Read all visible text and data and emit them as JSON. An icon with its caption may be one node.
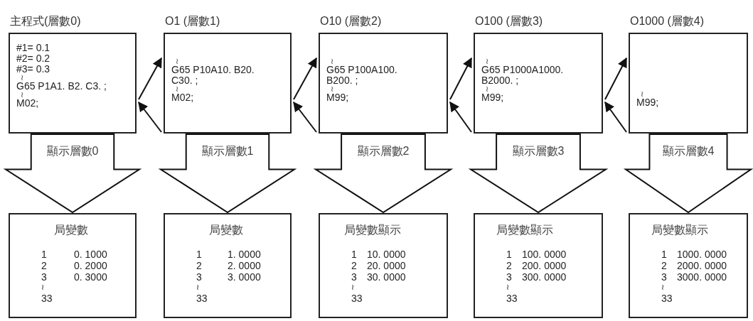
{
  "diagram": {
    "nodes": [
      {
        "text": [
          "主程式(層數0)",
          "#1= 0.1",
          "#2= 0.2",
          "#3= 0.3",
          "≀",
          "G65 P1A1. B2. C3. ;",
          "≀",
          "M02;"
        ]
      },
      {
        "text": [
          "O1 (層數1)",
          "≀",
          "G65 P10A10. B20. C30. ;",
          "≀",
          "M02;"
        ]
      },
      {
        "text": [
          "O10 (層數2)",
          "≀",
          "G65 P100A100. B200. ;",
          "≀",
          "M99;"
        ]
      },
      {
        "text": [
          "O100 (層數3)",
          "≀",
          "G65 P1000A1000. B2000. ;",
          "≀",
          "M99;"
        ]
      },
      {
        "text": [
          "O1000 (層數4)",
          "≀",
          "M99;"
        ]
      },
      {
        "text": [
          "局變數",
          "1",
          "0. 1000",
          "2",
          "0. 2000",
          "3",
          "0. 3000",
          "≀",
          "33"
        ]
      },
      {
        "text": [
          "局變數",
          "1",
          "1. 0000",
          "2",
          "2. 0000",
          "3",
          "3. 0000",
          "≀",
          "33"
        ]
      },
      {
        "text": [
          "局變數顯示",
          "1",
          "10. 0000",
          "2",
          "20. 0000",
          "3",
          "30. 0000",
          "≀",
          "33"
        ]
      },
      {
        "text": [
          "局變數顯示",
          "1",
          "100. 0000",
          "2",
          "200. 0000",
          "3",
          "300. 0000",
          "≀",
          "33"
        ]
      },
      {
        "text": [
          "局變數顯示",
          "1",
          "1000. 0000",
          "2",
          "2000. 0000",
          "3",
          "3000. 0000",
          "≀",
          "33"
        ]
      }
    ],
    "edges": [
      {
        "from": 0,
        "to": 1,
        "arrow": "to"
      },
      {
        "from": 1,
        "to": 0,
        "arrow": "to"
      },
      {
        "from": 1,
        "to": 2,
        "arrow": "to"
      },
      {
        "from": 2,
        "to": 1,
        "arrow": "to"
      },
      {
        "from": 2,
        "to": 3,
        "arrow": "to"
      },
      {
        "from": 3,
        "to": 2,
        "arrow": "to"
      },
      {
        "from": 3,
        "to": 4,
        "arrow": "to"
      },
      {
        "from": 4,
        "to": 3,
        "arrow": "to"
      },
      {
        "from": 0,
        "to": 5,
        "arrow": "to",
        "label": "顯示層數0"
      },
      {
        "from": 1,
        "to": 6,
        "arrow": "to",
        "label": "顯示層數1"
      },
      {
        "from": 2,
        "to": 7,
        "arrow": "to",
        "label": "顯示層數2"
      },
      {
        "from": 3,
        "to": 8,
        "arrow": "to",
        "label": "顯示層數3"
      },
      {
        "from": 4,
        "to": 9,
        "arrow": "to",
        "label": "顯示層數4"
      }
    ]
  }
}
